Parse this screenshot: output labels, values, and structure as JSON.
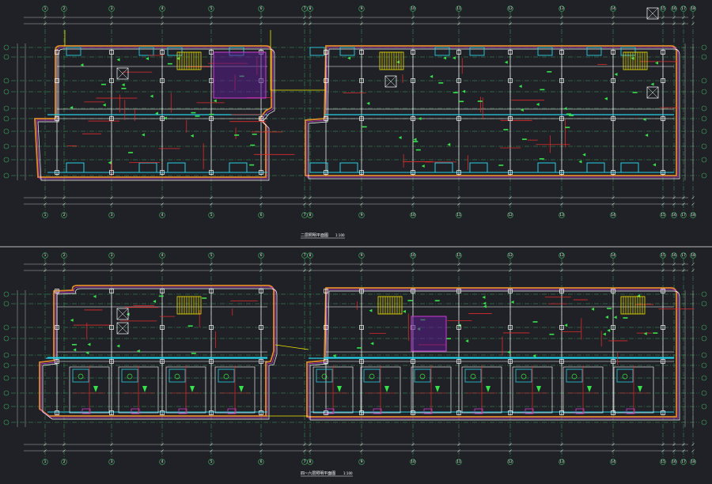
{
  "colors": {
    "background": "#1f2126",
    "divider": "#6d6d6d",
    "grid": "#3fa35a",
    "axis_line": "#c8c8c8",
    "wall": "#ffffff",
    "cyan": "#27d0e6",
    "red": "#e02a2a",
    "magenta": "#d23ad6",
    "yellow": "#f2e600",
    "green": "#37e34a",
    "orange": "#e08a2a"
  },
  "icons": [
    "stair-icon",
    "elevator-icon",
    "grid-bubble-icon",
    "column-icon"
  ],
  "plans": [
    {
      "title": "二层照明平面图",
      "scale": "1:100",
      "grid_numbers": [
        "1",
        "2",
        "3",
        "4",
        "5",
        "6",
        "7",
        "8",
        "9",
        "10",
        "11",
        "12",
        "13",
        "14",
        "15",
        "16",
        "17",
        "18"
      ]
    },
    {
      "title": "四~六层照明平面图",
      "scale": "1:100",
      "grid_numbers": [
        "1",
        "2",
        "3",
        "4",
        "5",
        "6",
        "7",
        "8",
        "9",
        "10",
        "11",
        "12",
        "13",
        "14",
        "15",
        "16",
        "17",
        "18"
      ]
    }
  ]
}
